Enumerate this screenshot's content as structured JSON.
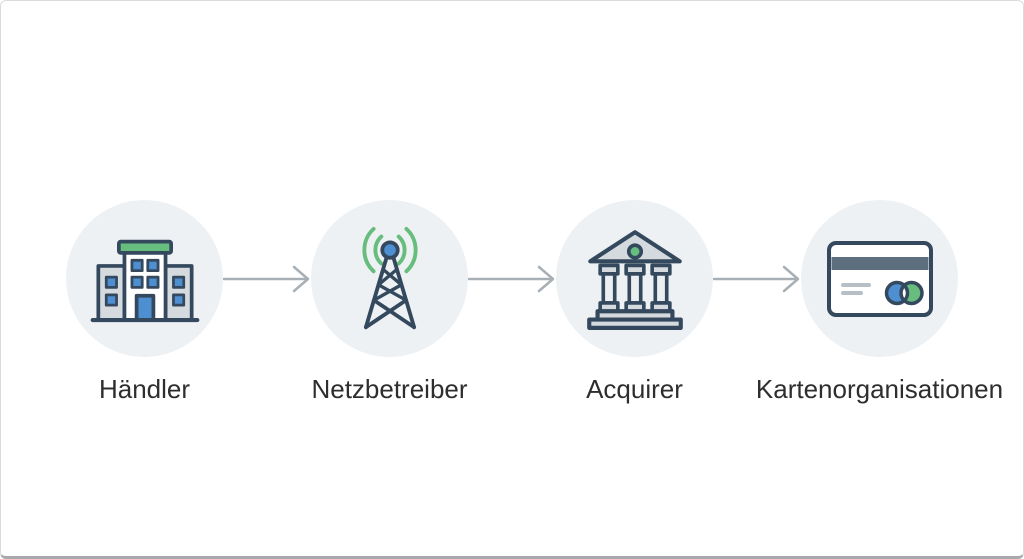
{
  "diagram": {
    "type": "flow",
    "direction": "left-to-right",
    "nodes": [
      {
        "id": "haendler",
        "label": "Händler",
        "icon": "building-icon"
      },
      {
        "id": "netzbetreiber",
        "label": "Netzbetreiber",
        "icon": "radio-tower-icon"
      },
      {
        "id": "acquirer",
        "label": "Acquirer",
        "icon": "bank-icon"
      },
      {
        "id": "kartenorganisationen",
        "label": "Kartenorganisationen",
        "icon": "credit-card-icon"
      }
    ],
    "connectors": [
      {
        "from": "haendler",
        "to": "netzbetreiber",
        "type": "arrow-right"
      },
      {
        "from": "netzbetreiber",
        "to": "acquirer",
        "type": "arrow-right"
      },
      {
        "from": "acquirer",
        "to": "kartenorganisationen",
        "type": "arrow-right"
      }
    ]
  },
  "colors": {
    "navy": "#35495e",
    "blue": "#4e8fd1",
    "green": "#67bd7d",
    "gray_fill": "#d5dade",
    "circle_bg": "#eef1f3",
    "arrow_gray": "#a9b0b5",
    "label_color": "#2e2e2e",
    "stripe": "#5d6e7f",
    "card_line": "#b7bfc6",
    "frame_border": "#d9dcde",
    "frame_bottom": "#a6aaad"
  }
}
